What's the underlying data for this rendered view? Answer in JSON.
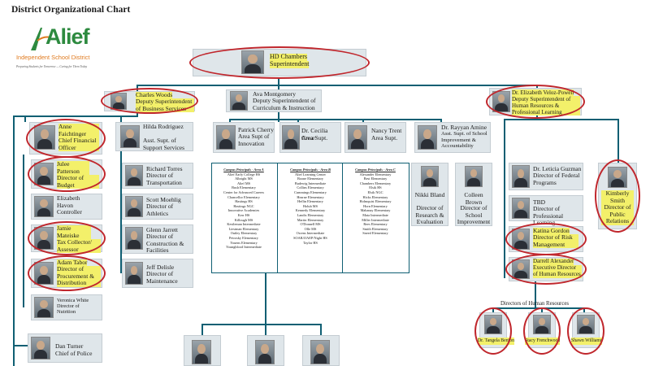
{
  "page_title": "District Organizational Chart",
  "logo": {
    "word": "Alief",
    "name": "Independent School District",
    "tagline": "Preparing Students for Tomorrow — Caring for Them Today"
  },
  "colors": {
    "connector": "#0f5f73",
    "highlight": "#f3f06a",
    "oval": "#c0272d",
    "card": "#dfe6ea",
    "logo_green": "#2d8a3f",
    "logo_orange": "#e07a1f"
  },
  "superintendent": {
    "name": "HD Chambers",
    "title": "Superintendent"
  },
  "woods": {
    "name": "Charles Woods",
    "title": "Deputy Superintendent of Business Services"
  },
  "montgomery": {
    "name": "Ava Montgomery",
    "title": "Deputy Superintendent of Curriculum & Instruction"
  },
  "veloz": {
    "name": "Dr. Elizabeth Veloz-Powell",
    "title": "Deputy Superintendent of Human Resources & Professional Learning"
  },
  "faichtinger": {
    "name": "Anne Faichtinger",
    "title": "Chief Financial Officer"
  },
  "rodriguez": {
    "name": "Hilda Rodriguez",
    "title": "Asst. Supt. of Support Services"
  },
  "cherry": {
    "name": "Patrick Cherry",
    "title": "Area Supt of Innovation"
  },
  "crear": {
    "name": "Dr. Cecilia Crear",
    "title": "Area Supt."
  },
  "trent": {
    "name": "Nancy Trent",
    "title": "Area Supt."
  },
  "amine": {
    "name": "Dr. Rayyan Amine",
    "title": "Asst. Supt. of School Improvement & Accountability"
  },
  "patterson": {
    "name": "Julee Patterson",
    "title": "Director of Budget"
  },
  "havon": {
    "name": "Elizabeth Havon",
    "title": "Controller"
  },
  "mateiske": {
    "name": "Jamie Mateiske",
    "title": "Tax Collector/ Assessor"
  },
  "tabor": {
    "name": "Adam Tabor",
    "title": "Director of Procurement & Distribution"
  },
  "white": {
    "name": "Veronica White",
    "title": "Director of Nutrition"
  },
  "torres": {
    "name": "Richard Torres",
    "title": "Director of Transportation"
  },
  "moehlig": {
    "name": "Scott Moehlig",
    "title": "Director of Athletics"
  },
  "jarrett": {
    "name": "Glenn Jarrett",
    "title": "Director of Construction & Facilities"
  },
  "delisle": {
    "name": "Jeff Delisle",
    "title": "Director of Maintenance"
  },
  "turner": {
    "name": "Dan Turner",
    "title": "Chief of Police"
  },
  "bland": {
    "name": "Nikki Bland",
    "title": "Director of Research & Evaluation"
  },
  "brown": {
    "name": "Colleen Brown",
    "title": "Director of School Improvement"
  },
  "guzman": {
    "name": "Dr. Leticia Guzman",
    "title": "Director of Federal Programs"
  },
  "tbd": {
    "name": "TBD",
    "title": "Director of Professional Learning"
  },
  "gordon": {
    "name": "Katina Gordon",
    "title": "Director of Risk Management"
  },
  "alexander": {
    "name": "Darrell Alexander",
    "title": "Executive Director of Human Resources"
  },
  "smith": {
    "name": "Kimberly Smith",
    "title": "Director of Public Relations"
  },
  "hr_group": {
    "label": "Directors of Human Resources",
    "members": [
      "Dr. Tangela Benton",
      "Stacy Frenchwood",
      "Shawn Williams"
    ]
  },
  "area_a": {
    "title": "Campus Principals - Area A",
    "schools": [
      "Alief Early College HS",
      "Albright MS",
      "Alief MS",
      "Bush Elementary",
      "Center for Advanced Careers",
      "Chancellor Elementary",
      "Hastings HS",
      "Hastings NGC",
      "Innovative Academies",
      "Kerr HS",
      "Killough MS",
      "Kestleman Intermediate",
      "Liestman Elementary",
      "Outley Elementary",
      "Petrosky Elementary",
      "Youens Elementary",
      "Youngblood Intermediate"
    ]
  },
  "area_b": {
    "title": "Campus Principals - Area B",
    "schools": [
      "Alief Learning Center",
      "Boone Elementary",
      "Budewig Intermediate",
      "Collins Elementary",
      "Cummings Elementary",
      "Hearne Elementary",
      "Heflin Elementary",
      "Holub MS",
      "Kennedy Elementary",
      "Landis Elementary",
      "Martin Elementary",
      "O'Donnell MS",
      "Olle MS",
      "Owens Intermediate",
      "SOAR/JJAEP/Night HS",
      "Taylor HS"
    ]
  },
  "area_c": {
    "title": "Campus Principals - Area C",
    "schools": [
      "Alexander Elementary",
      "Best Elementary",
      "Chambers Elementary",
      "Elsik HS",
      "Elsik NGC",
      "Hicks Elementary",
      "Holmquist Elementary",
      "Horn Elementary",
      "Mahanay Elementary",
      "Mata Intermediate",
      "Miller Intermediate",
      "Rees Elementary",
      "Smith Elementary",
      "Sneed Elementary"
    ]
  }
}
